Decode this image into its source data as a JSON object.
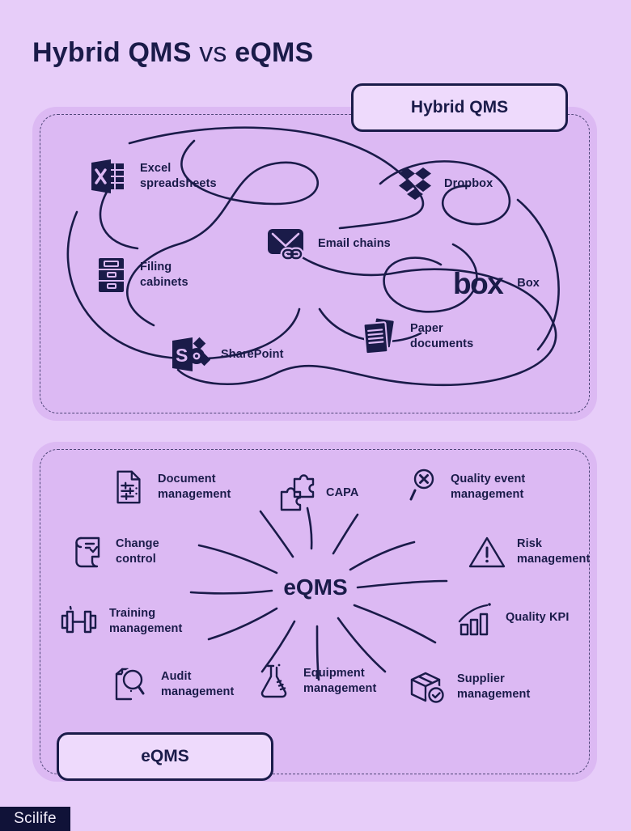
{
  "page": {
    "title": {
      "part1": "Hybrid QMS",
      "vs": " vs ",
      "part2": "eQMS"
    },
    "brand": "Scilife",
    "colors": {
      "background": "#e7cdf9",
      "panel": "#dcb9f3",
      "label_box": "#eedafc",
      "ink": "#1a1b49"
    }
  },
  "hybrid_panel": {
    "label": "Hybrid QMS",
    "items": [
      {
        "icon": "excel-icon",
        "label": "Excel spreadsheets"
      },
      {
        "icon": "dropbox-icon",
        "label": "Dropbox"
      },
      {
        "icon": "email-chains-icon",
        "label": "Email chains"
      },
      {
        "icon": "filing-cabinets-icon",
        "label": "Filing cabinets"
      },
      {
        "icon": "box-logo",
        "logo_text": "box",
        "label": "Box"
      },
      {
        "icon": "sharepoint-icon",
        "label": "SharePoint"
      },
      {
        "icon": "paper-documents-icon",
        "label": "Paper documents"
      }
    ]
  },
  "eqms_panel": {
    "label": "eQMS",
    "center_label": "eQMS",
    "items": [
      {
        "icon": "document-management-icon",
        "label": "Document management"
      },
      {
        "icon": "capa-icon",
        "label": "CAPA"
      },
      {
        "icon": "quality-event-icon",
        "label": "Quality event management"
      },
      {
        "icon": "change-control-icon",
        "label": "Change control"
      },
      {
        "icon": "risk-management-icon",
        "label": "Risk management"
      },
      {
        "icon": "training-management-icon",
        "label": "Training management"
      },
      {
        "icon": "quality-kpi-icon",
        "label": "Quality KPI"
      },
      {
        "icon": "audit-management-icon",
        "label": "Audit management"
      },
      {
        "icon": "equipment-management-icon",
        "label": "Equipment management"
      },
      {
        "icon": "supplier-management-icon",
        "label": "Supplier management"
      }
    ]
  }
}
